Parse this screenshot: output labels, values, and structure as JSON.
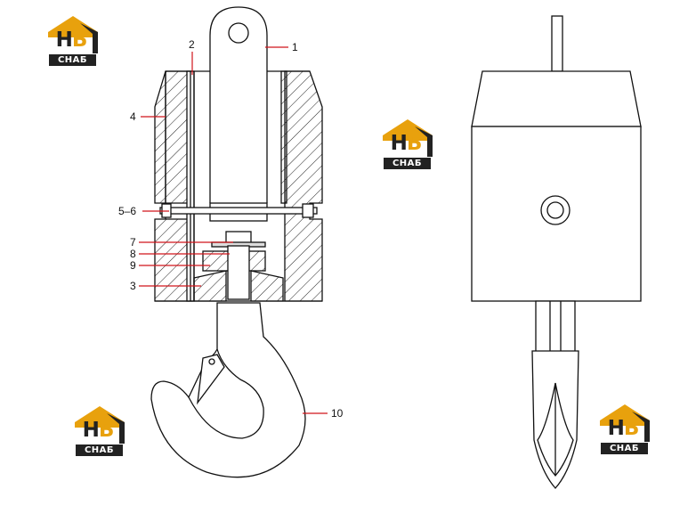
{
  "brand": {
    "mark_text_dark": "H",
    "mark_text_accent": "Б",
    "wordmark": "CHAБ",
    "accent_color": "#e8a10d",
    "dark_color": "#222222"
  },
  "callouts": [
    {
      "id": "1",
      "label": "1"
    },
    {
      "id": "2",
      "label": "2"
    },
    {
      "id": "4",
      "label": "4"
    },
    {
      "id": "5-6",
      "label": "5–6"
    },
    {
      "id": "7",
      "label": "7"
    },
    {
      "id": "8",
      "label": "8"
    },
    {
      "id": "9",
      "label": "9"
    },
    {
      "id": "3",
      "label": "3"
    },
    {
      "id": "10",
      "label": "10"
    }
  ],
  "colors": {
    "line": "#111111",
    "leader": "#d0151a"
  }
}
